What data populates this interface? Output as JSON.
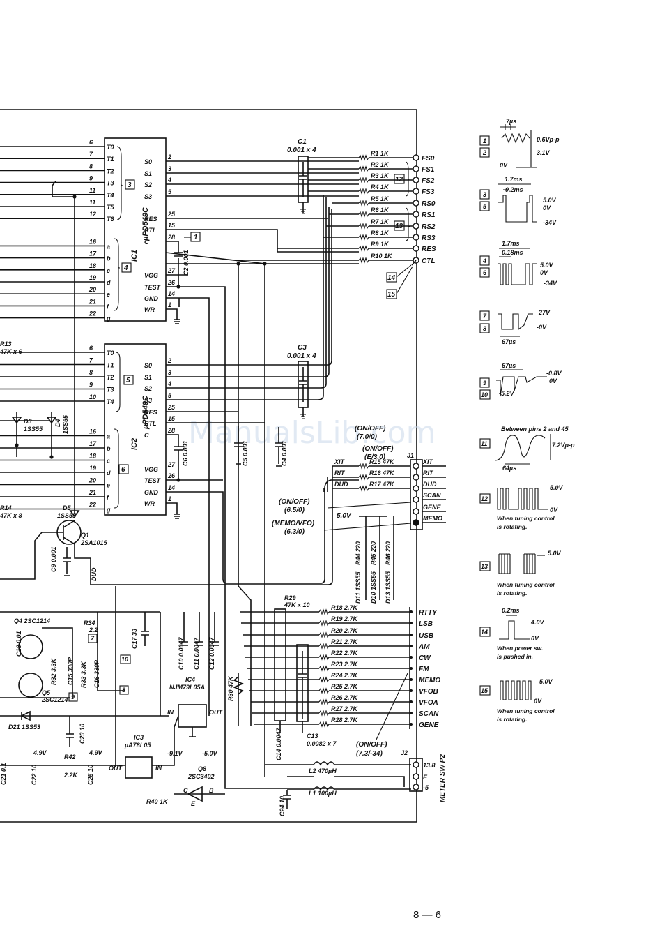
{
  "watermark": "ManualsLib.com",
  "page_number": "8 — 6",
  "ic1": {
    "ref": "IC1",
    "part": "µPD549C",
    "pins_left": [
      "6",
      "7",
      "8",
      "9",
      "11",
      "11",
      "12",
      "16",
      "17",
      "18",
      "19",
      "20",
      "21",
      "22"
    ],
    "labels_left": [
      "T0",
      "T1",
      "T2",
      "T3",
      "T4",
      "T5",
      "T6",
      "a",
      "b",
      "c",
      "d",
      "e",
      "f",
      "g"
    ],
    "pins_right": [
      "2",
      "3",
      "4",
      "5",
      "25",
      "15",
      "28",
      "27",
      "26",
      "14",
      "1"
    ],
    "labels_right": [
      "S0",
      "S1",
      "S2",
      "S3",
      "RES",
      "CTL",
      "C",
      "VGG",
      "TEST",
      "GND",
      "WR"
    ]
  },
  "ic2": {
    "ref": "IC2",
    "part": "µPD549C",
    "pins_left": [
      "6",
      "7",
      "8",
      "9",
      "10",
      "16",
      "17",
      "18",
      "19",
      "20",
      "21",
      "22"
    ],
    "labels_left": [
      "T0",
      "T1",
      "T2",
      "T3",
      "T4",
      "a",
      "b",
      "c",
      "d",
      "e",
      "f",
      "g"
    ],
    "pins_right": [
      "2",
      "3",
      "4",
      "5",
      "25",
      "15",
      "28",
      "27",
      "26",
      "14",
      "1"
    ],
    "labels_right": [
      "S0",
      "S1",
      "S2",
      "S3",
      "RES",
      "CTL",
      "C",
      "VGG",
      "TEST",
      "GND",
      "WR"
    ]
  },
  "connector_p1": [
    "FS0",
    "FS1",
    "FS2",
    "FS3",
    "RS0",
    "RS1",
    "RS2",
    "RS3",
    "RES",
    "CTL"
  ],
  "resistors_p1": [
    "R1 1K",
    "R2 1K",
    "R3 1K",
    "R4 1K",
    "R5 1K",
    "R6 1K",
    "R7 1K",
    "R8 1K",
    "R9 1K",
    "R10 1K"
  ],
  "j1": {
    "ref": "J1",
    "pins": [
      "XIT",
      "RIT",
      "DUD",
      "SCAN",
      "GENE",
      "MEMO"
    ],
    "resistors": [
      "R15 47K",
      "R16 47K",
      "R17 47K"
    ],
    "inputs": [
      "XIT",
      "RIT",
      "DUD"
    ]
  },
  "j2": {
    "ref": "J2",
    "pins": [
      "13.8",
      "E",
      "-5"
    ],
    "label": "METER SW P2"
  },
  "lower_connector": [
    "RTTY",
    "LSB",
    "USB",
    "AM",
    "CW",
    "FM",
    "MEMO",
    "VFOB",
    "VFOA",
    "SCAN",
    "GENE"
  ],
  "lower_resistors": [
    "R18 2.7K",
    "R19 2.7K",
    "R20 2.7K",
    "R21 2.7K",
    "R22 2.7K",
    "R23 2.7K",
    "R24 2.7K",
    "R25 2.7K",
    "R26 2.7K",
    "R27 2.7K",
    "R28 2.7K"
  ],
  "labels": {
    "c1": "C1",
    "c1v": "0.001 x 4",
    "c3": "C3",
    "c3v": "0.001 x 4",
    "c2": "C2 0.001",
    "c6": "C6 0.001",
    "c5": "C5 0.001",
    "c4": "C4 0.001",
    "r13": "R13",
    "r13v": "47K x 6",
    "r14": "R14",
    "r14v": "47K x 8",
    "d3": "D3",
    "d3v": "1SS55",
    "d4": "D4",
    "d4v": "1SS55",
    "d5": "D5",
    "d5v": "1SS55",
    "q1": "Q1",
    "q1v": "2SA1015",
    "c9": "C9 0.001",
    "dud": "DUD",
    "q4": "Q4 2SC1214",
    "q5": "Q5",
    "q5v": "2SC1214",
    "r34": "R34",
    "r34v": "2.2",
    "c17": "C17 33",
    "c18": "C18 0.01",
    "r32": "R32 3.3K",
    "c15": "C15 330P",
    "r33": "R33 3.3K",
    "c16": "C16 330P",
    "d21": "D21 1SS53",
    "c23": "C23 10",
    "c10": "C10 0.0047",
    "c11": "C11 0.0047",
    "c12": "C12 0.0047",
    "r29": "R29",
    "r29v": "47K x 10",
    "r30": "R30 47K",
    "ic4": "IC4",
    "ic4v": "NJM79L05A",
    "ic4in": "IN",
    "ic4out": "OUT",
    "ic3": "IC3",
    "ic3v": "µA78L05",
    "ic3in": "IN",
    "ic3out": "OUT",
    "v49a": "4.9V",
    "v49b": "4.9V",
    "vm91": "-9.1V",
    "vm50": "-5.0V",
    "v50": "5.0V",
    "c22": "C22 10",
    "r42": "R42",
    "r42v": "2.2K",
    "c25": "C25 10",
    "c21": "C21 0.1",
    "q8": "Q8",
    "q8v": "2SC3402",
    "r40": "R40 1K",
    "c14": "C14 0.0047",
    "c13": "C13",
    "c13v": "0.0082 x 7",
    "l2": "L2 470µH",
    "l1": "L1 100µH",
    "c24": "C24 10",
    "r44": "R44 220",
    "r45": "R45 220",
    "r46": "R46 220",
    "d11": "D11 1SS55",
    "d10": "D10 1SS55",
    "d13": "D13 1SS55",
    "onoff1": "(ON/OFF)",
    "onoff1v": "(7.0/0)",
    "onoff2": "(ON/OFF)",
    "onoff2v": "(E/3.0)",
    "onoff3": "(ON/OFF)",
    "onoff3v": "(6.5/0)",
    "memovfo": "(MEMO/VFO)",
    "memovfov": "(6.3/0)",
    "onoff4": "(ON/OFF)",
    "onoff4v": "(7.3/-34)",
    "pin_b": "B",
    "pin_c": "C",
    "pin_e": "E"
  },
  "legend": {
    "w1": {
      "num": "1",
      "a": "7µs",
      "b": "0.6Vp-p",
      "c": "3.1V",
      "d": "0V"
    },
    "w2": {
      "num": "2"
    },
    "w3": {
      "num": "3",
      "a": "1.7ms",
      "b": "0.2ms",
      "c": "5.0V",
      "d": "0V",
      "e": "-34V"
    },
    "w5": {
      "num": "5"
    },
    "w4": {
      "num": "4",
      "a": "1.7ms",
      "b": "0.18ms",
      "c": "5.0V",
      "d": "0V",
      "e": "-34V"
    },
    "w6": {
      "num": "6"
    },
    "w7": {
      "num": "7",
      "a": "27V",
      "b": "-0V",
      "c": "67µs"
    },
    "w8": {
      "num": "8"
    },
    "w9": {
      "num": "9",
      "a": "67µs",
      "b": "-0.8V",
      "c": "0V",
      "d": "-5.2V"
    },
    "w10": {
      "num": "10"
    },
    "w11": {
      "num": "11",
      "a": "Between pins 2 and 45",
      "b": "7.2Vp-p",
      "c": "64µs"
    },
    "w12": {
      "num": "12",
      "a": "5.0V",
      "b": "0V",
      "c": "When tuning control",
      "d": "is rotating."
    },
    "w13": {
      "num": "13",
      "a": "5.0V",
      "b": "When tuning control",
      "c": "is rotating."
    },
    "w14": {
      "num": "14",
      "a": "0.2ms",
      "b": "4.0V",
      "c": "0V",
      "d": "When power sw.",
      "e": "is pushed in."
    },
    "w15": {
      "num": "15",
      "a": "5.0V",
      "b": "0V",
      "c": "When tuning control",
      "d": "is rotating."
    }
  }
}
